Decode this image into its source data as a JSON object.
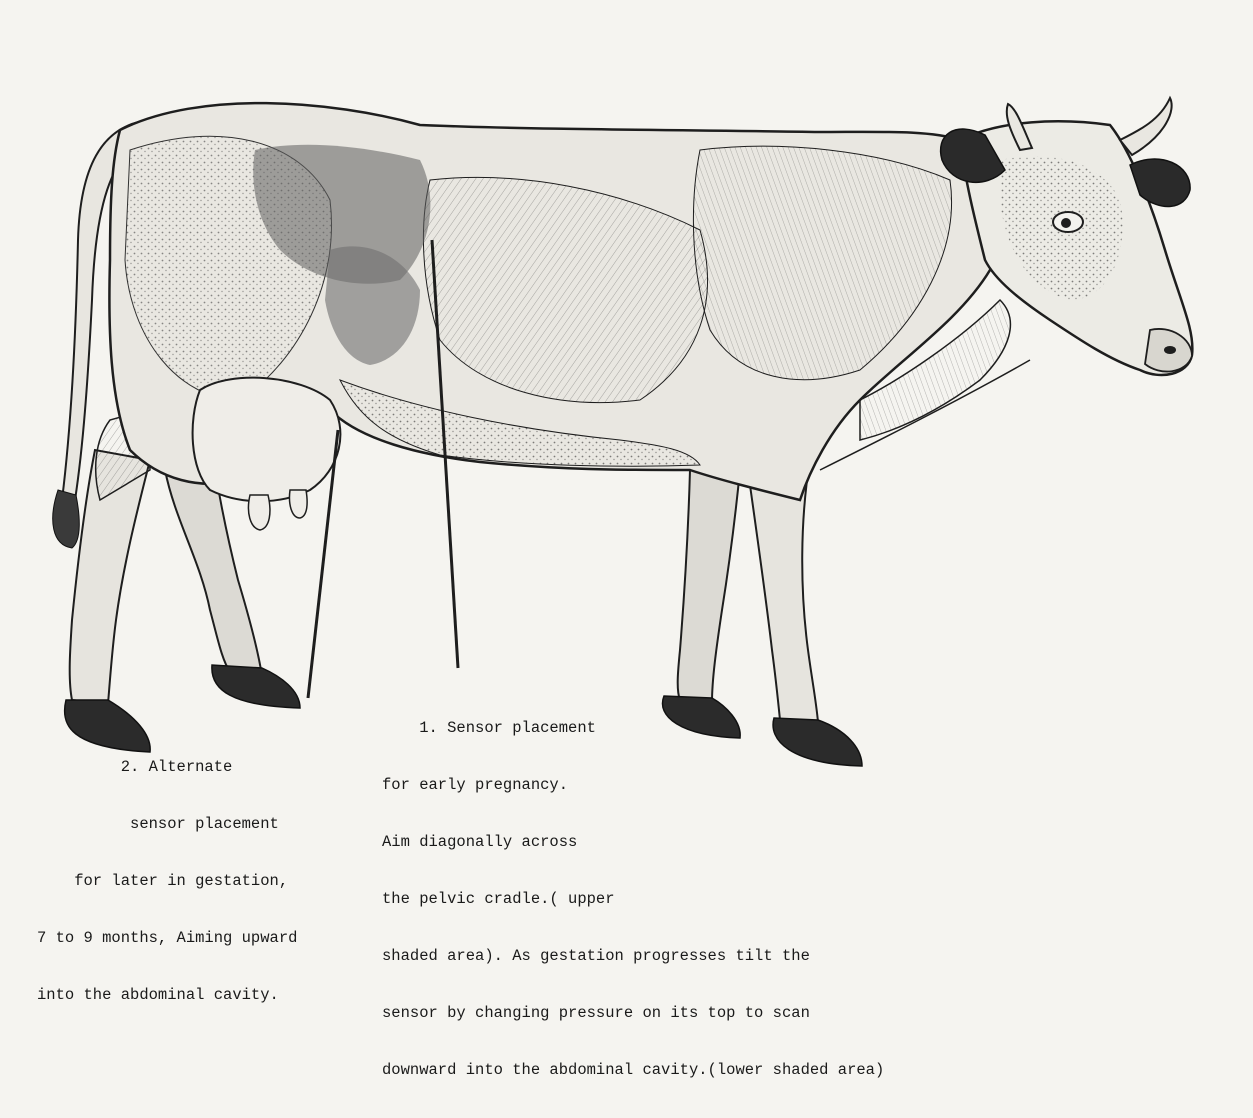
{
  "captions": {
    "sensor_1": {
      "lines": [
        "    1. Sensor placement",
        "for early pregnancy.",
        "Aim diagonally across",
        "the pelvic cradle.( upper",
        "shaded area). As gestation progresses tilt the",
        "sensor by changing pressure on its top to scan",
        "downward into the abdominal cavity.(lower shaded area)"
      ]
    },
    "sensor_2": {
      "lines": [
        "         2. Alternate",
        "          sensor placement",
        "    for later in gestation,",
        "7 to 9 months, Aiming upward",
        "into the abdominal cavity."
      ]
    }
  },
  "colors": {
    "paper": "#f5f4f0",
    "ink": "#1e1e1e",
    "shaded_area": "#6f6f6f"
  }
}
